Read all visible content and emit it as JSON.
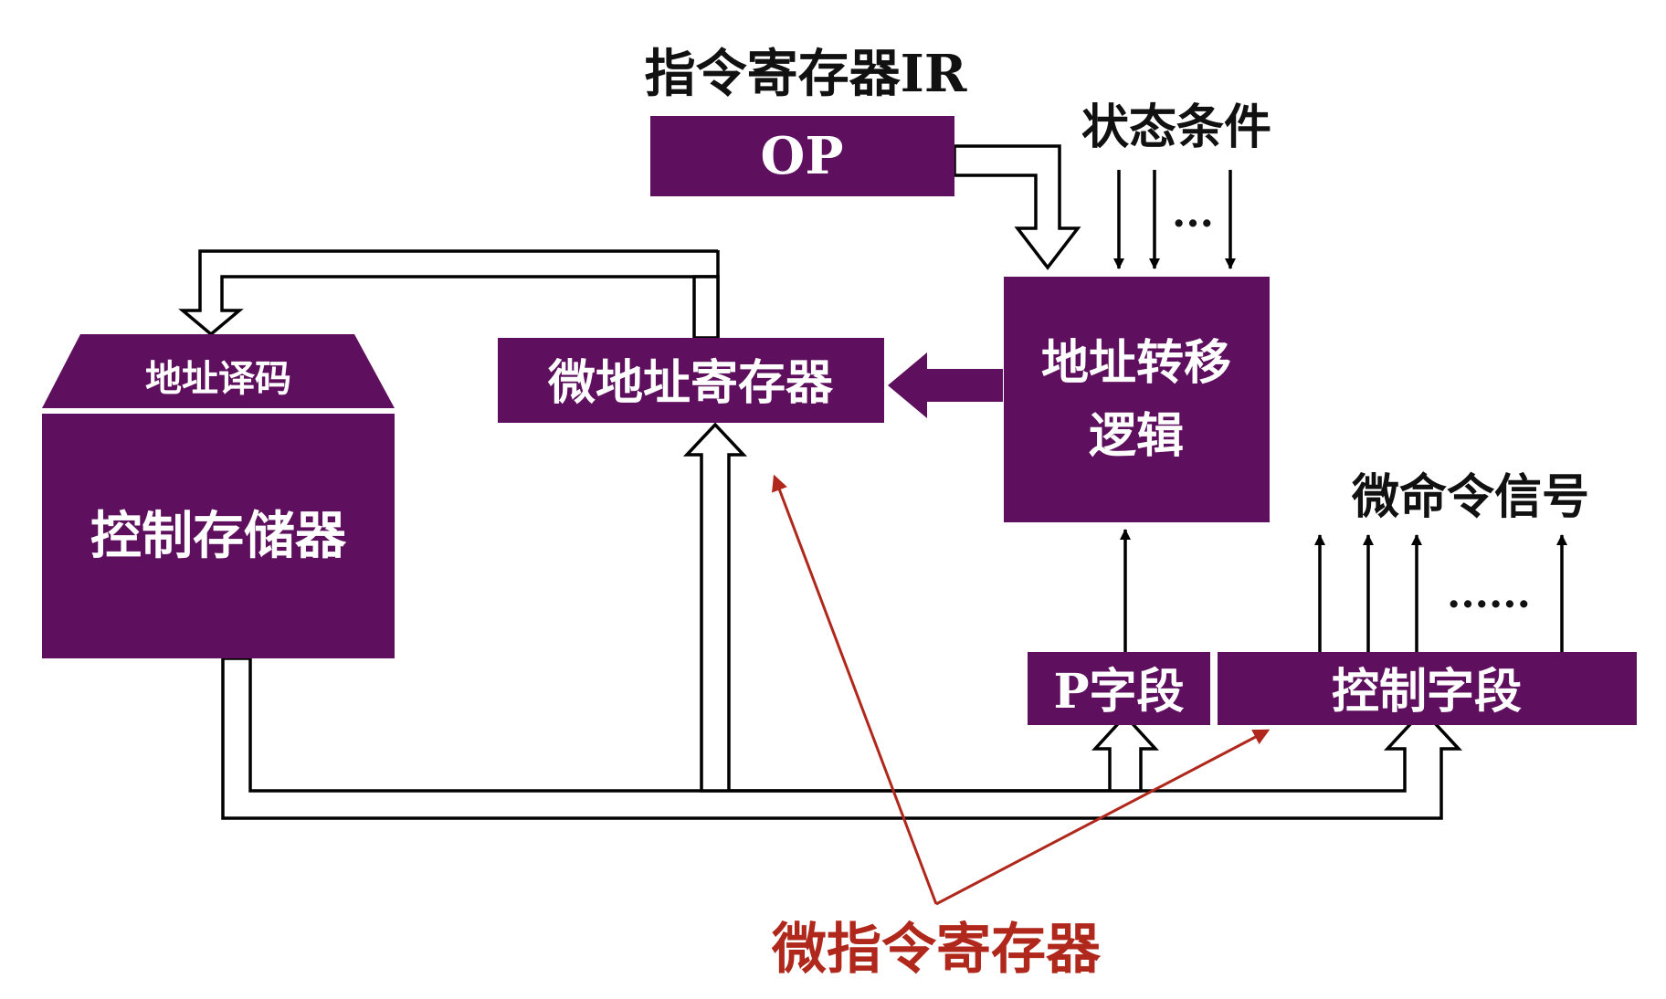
{
  "ir": {
    "title": "指令寄存器IR",
    "op": "OP"
  },
  "status": {
    "label": "状态条件",
    "dots": "..."
  },
  "addr_decode": "地址译码",
  "control_store": "控制存储器",
  "micro_addr_reg": "微地址寄存器",
  "addr_transfer_logic": {
    "line1": "地址转移",
    "line2": "逻辑"
  },
  "micro_cmd": {
    "label": "微命令信号",
    "dots": "......"
  },
  "p_field": "P字段",
  "control_field": "控制字段",
  "micro_instr_reg": "微指令寄存器",
  "colors": {
    "box": "#5e0f5e",
    "annotation": "#b0271c"
  }
}
